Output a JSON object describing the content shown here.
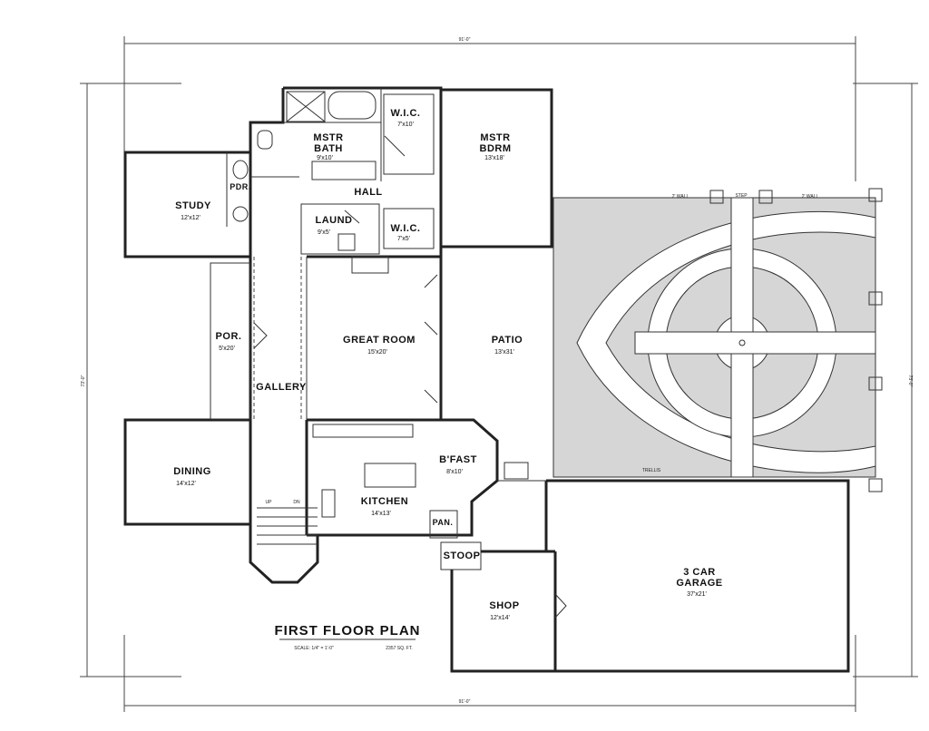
{
  "drawing": {
    "title": "FIRST FLOOR PLAN",
    "scale": "SCALE: 1/4\" = 1'-0\"",
    "area": "2357 SQ. FT.",
    "dim_top": "91'-0\"",
    "dim_bottom": "91'-0\"",
    "dim_left": "73'-0\"",
    "dim_right": "73'-0\""
  },
  "rooms": {
    "mstr_bath": {
      "name_line1": "MSTR",
      "name_line2": "BATH",
      "size": "9'x10'"
    },
    "wic_upper": {
      "name": "W.I.C.",
      "size": "7'x10'"
    },
    "mstr_bdrm": {
      "name_line1": "MSTR",
      "name_line2": "BDRM",
      "size": "13'x18'"
    },
    "pdr": {
      "name": "PDR."
    },
    "study": {
      "name": "STUDY",
      "size": "12'x12'"
    },
    "hall": {
      "name": "HALL"
    },
    "laund": {
      "name": "LAUND",
      "size": "9'x5'"
    },
    "wic_lower": {
      "name": "W.I.C.",
      "size": "7'x5'"
    },
    "por": {
      "name": "POR.",
      "size": "5'x20'"
    },
    "great_room": {
      "name": "GREAT ROOM",
      "size": "15'x20'"
    },
    "patio": {
      "name": "PATIO",
      "size": "13'x31'"
    },
    "gallery": {
      "name": "GALLERY"
    },
    "bfast": {
      "name": "B'FAST",
      "size": "8'x10'"
    },
    "dining": {
      "name": "DINING",
      "size": "14'x12'"
    },
    "kitchen": {
      "name": "KITCHEN",
      "size": "14'x13'"
    },
    "pan": {
      "name": "PAN."
    },
    "stoop": {
      "name": "STOOP"
    },
    "garage": {
      "name_line1": "3 CAR",
      "name_line2": "GARAGE",
      "size": "37'x21'"
    },
    "shop": {
      "name": "SHOP",
      "size": "12'x14'"
    }
  },
  "notes": {
    "wall_left": "2' WALL",
    "step": "STEP",
    "wall_right": "2' WALL",
    "trellis": "TRELLIS",
    "up": "UP",
    "dn": "DN"
  }
}
